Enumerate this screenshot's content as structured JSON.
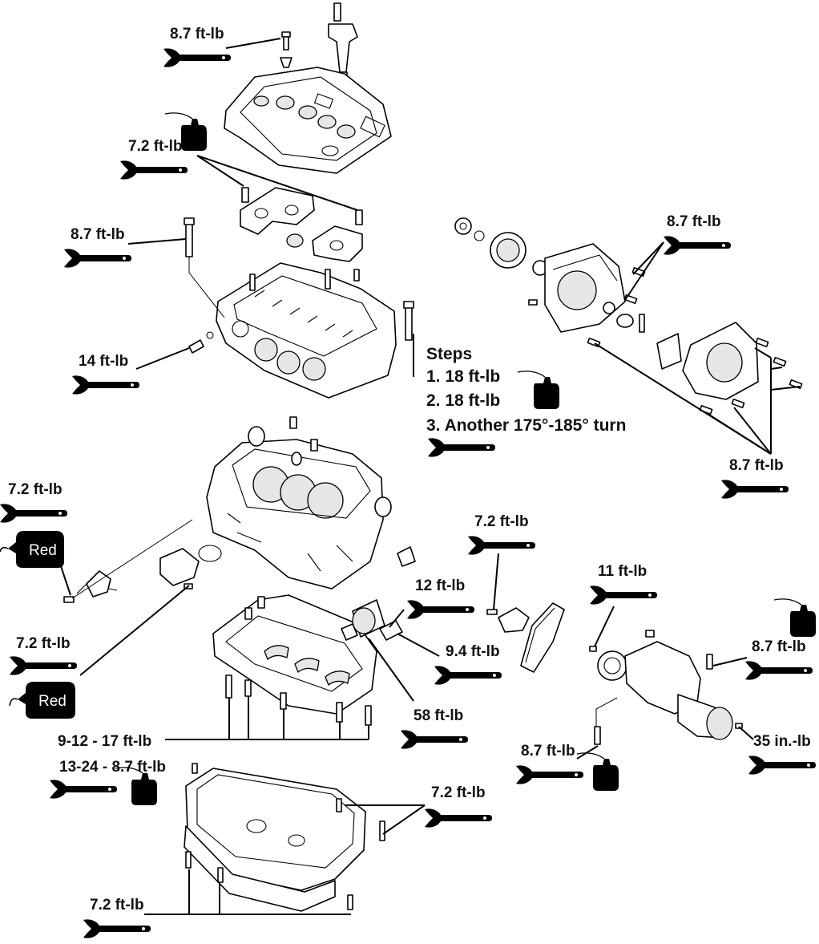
{
  "torque_labels": [
    "8.7 ft-lb",
    "7.2 ft-lb",
    "8.7 ft-lb",
    "14 ft-lb",
    "8.7 ft-lb",
    "8.7 ft-lb",
    "7.2 ft-lb",
    "7.2 ft-lb",
    "7.2 ft-lb",
    "12 ft-lb",
    "11 ft-lb",
    "9.4 ft-lb",
    "8.7 ft-lb",
    "58 ft-lb",
    "9-12 - 17 ft-lb",
    "13-24 - 8.7 ft-lb",
    "35 in.-lb",
    "8.7 ft-lb",
    "7.2 ft-lb",
    "7.2 ft-lb"
  ],
  "steps": {
    "title": "Steps",
    "items": [
      "1. 18 ft-lb",
      "2. 18 ft-lb",
      "3. Another 175°-185° turn"
    ]
  },
  "threadlocker": {
    "label": "Red",
    "color": "#000000",
    "text_color": "#ffffff"
  },
  "icons": [
    "torque-wrench-icon",
    "oil-bottle-icon",
    "threadlocker-bottle-icon"
  ]
}
